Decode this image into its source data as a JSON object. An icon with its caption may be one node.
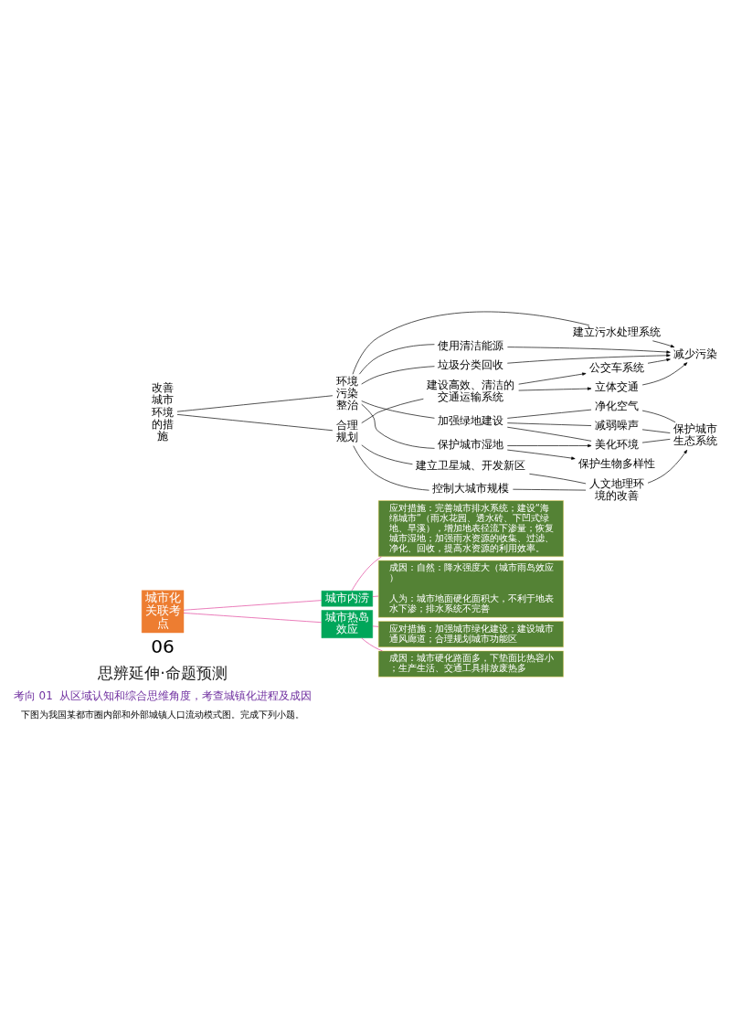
{
  "diagram": {
    "nodes": [
      {
        "text": [
          "改善城市环境的措施"
        ]
      },
      {
        "text": [
          "环境污染整治"
        ]
      },
      {
        "text": [
          "合理规划"
        ]
      },
      {
        "text": [
          "保护城市湿地"
        ]
      },
      {
        "text": [
          "保护生物多样性"
        ]
      },
      {
        "text": [
          "加强绿地建设"
        ]
      },
      {
        "text": [
          "美化环境"
        ]
      },
      {
        "text": [
          "减弱噪声"
        ]
      },
      {
        "text": [
          "净化空气"
        ]
      },
      {
        "text": [
          "保护城市生态系统"
        ]
      },
      {
        "text": [
          "使用清洁能源"
        ]
      },
      {
        "text": [
          "垃圾分类回收"
        ]
      },
      {
        "text": [
          "建立污水处理系统"
        ]
      },
      {
        "text": [
          "减少污染"
        ]
      },
      {
        "text": [
          "建设高效、清洁的交通运输系统"
        ]
      },
      {
        "text": [
          "立体交通"
        ]
      },
      {
        "text": [
          "公交车系统"
        ]
      },
      {
        "text": [
          "控制大城市规模"
        ]
      },
      {
        "text": [
          "建立卫星城、开发新区"
        ]
      },
      {
        "text": [
          "人文地理环境的改善"
        ]
      },
      {
        "text": [
          "城市化关联考点"
        ]
      },
      {
        "text": [
          "城市热岛效应"
        ]
      },
      {
        "text": [
          "成因：城市硬化路面多，下垫面比热容小；生产生活、交通工具排放废热多"
        ]
      },
      {
        "text": [
          "应对措施：加强城市绿化建设；建设城市通风廊道；合理规划城市功能区"
        ]
      },
      {
        "text": [
          "城市内涝"
        ]
      },
      {
        "text": [
          "成因：自然：降水强度大（城市雨岛效应）",
          "人为：城市地面硬化面积大，不利于地表水下渗；排水系统不完善"
        ]
      },
      {
        "text": [
          "应对措施：完善城市排水系统；建设“海绵城市”（雨水花园、透水砖、下凹式绿地、旱溪），增加地表径流下渗量；恢复城市湿地；加强雨水资源的收集、过滤、净化、回收，提高水资源的利用效率。"
        ]
      }
    ],
    "edges": [
      {
        "from": 0,
        "to": 1,
        "arrow": "none"
      },
      {
        "from": 0,
        "to": 2,
        "arrow": "none"
      },
      {
        "from": 1,
        "to": 3,
        "arrow": "none"
      },
      {
        "from": 1,
        "to": 5,
        "arrow": "none"
      },
      {
        "from": 1,
        "to": 10,
        "arrow": "none"
      },
      {
        "from": 1,
        "to": 11,
        "arrow": "none"
      },
      {
        "from": 1,
        "to": 12,
        "arrow": "none"
      },
      {
        "from": 3,
        "to": 4,
        "arrow": "to"
      },
      {
        "from": 3,
        "to": 6,
        "arrow": "to"
      },
      {
        "from": 5,
        "to": 6,
        "arrow": "none"
      },
      {
        "from": 5,
        "to": 7,
        "arrow": "none"
      },
      {
        "from": 5,
        "to": 8,
        "arrow": "none"
      },
      {
        "from": 6,
        "to": 9,
        "arrow": "none"
      },
      {
        "from": 7,
        "to": 9,
        "arrow": "none"
      },
      {
        "from": 8,
        "to": 9,
        "arrow": "none"
      },
      {
        "from": 10,
        "to": 13,
        "arrow": "to"
      },
      {
        "from": 11,
        "to": 13,
        "arrow": "to"
      },
      {
        "from": 12,
        "to": 13,
        "arrow": "to"
      },
      {
        "from": 2,
        "to": 14,
        "arrow": "none"
      },
      {
        "from": 2,
        "to": 17,
        "arrow": "none"
      },
      {
        "from": 2,
        "to": 18,
        "arrow": "none"
      },
      {
        "from": 14,
        "to": 15,
        "arrow": "to"
      },
      {
        "from": 14,
        "to": 16,
        "arrow": "to"
      },
      {
        "from": 15,
        "to": 13,
        "arrow": "to"
      },
      {
        "from": 16,
        "to": 13,
        "arrow": "to"
      },
      {
        "from": 17,
        "to": 19,
        "arrow": "none"
      },
      {
        "from": 18,
        "to": 19,
        "arrow": "none"
      },
      {
        "from": 19,
        "to": 9,
        "arrow": "to"
      },
      {
        "from": 20,
        "to": 21,
        "arrow": "none",
        "color": "#e0409a"
      },
      {
        "from": 20,
        "to": 24,
        "arrow": "none",
        "color": "#e0409a"
      },
      {
        "from": 21,
        "to": 22,
        "arrow": "none",
        "color": "#e0409a"
      },
      {
        "from": 21,
        "to": 23,
        "arrow": "none",
        "color": "#e0409a"
      },
      {
        "from": 24,
        "to": 25,
        "arrow": "none",
        "color": "#e0409a"
      },
      {
        "from": 24,
        "to": 26,
        "arrow": "none",
        "color": "#e0409a"
      }
    ],
    "labels": [
      "06",
      "思辨延伸·命题预测",
      "考向 01  从区域认知和综合思维角度，考查城镇化进程及成因",
      "下图为我国某都市圈内部和外部城镇人口流动模式图。完成下列小题。"
    ]
  }
}
